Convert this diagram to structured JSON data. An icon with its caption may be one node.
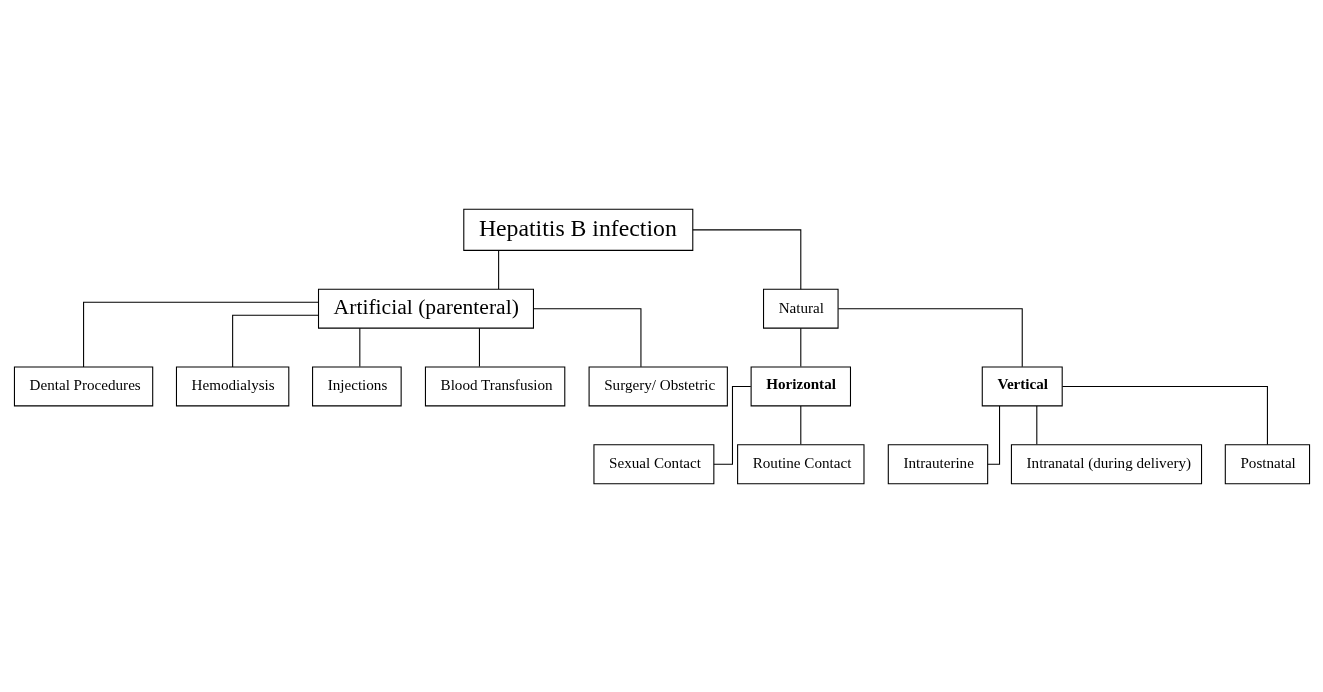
{
  "diagram": {
    "nodes": [
      {
        "text": [
          "Hepatitis B infection"
        ]
      },
      {
        "text": [
          "Artificial (parenteral)"
        ]
      },
      {
        "text": [
          "Natural"
        ]
      },
      {
        "text": [
          "Dental Procedures"
        ]
      },
      {
        "text": [
          "Hemodialysis"
        ]
      },
      {
        "text": [
          "Injections"
        ]
      },
      {
        "text": [
          "Blood Transfusion"
        ]
      },
      {
        "text": [
          "Surgery/ Obstetric"
        ]
      },
      {
        "text": [
          "Horizontal"
        ]
      },
      {
        "text": [
          "Vertical"
        ]
      },
      {
        "text": [
          "Sexual Contact"
        ]
      },
      {
        "text": [
          "Routine Contact"
        ]
      },
      {
        "text": [
          "Intrauterine"
        ]
      },
      {
        "text": [
          "Intranatal (during delivery)"
        ]
      },
      {
        "text": [
          "Postnatal"
        ]
      }
    ],
    "edges": [
      {
        "from": 0,
        "to": 1,
        "arrow": "none"
      },
      {
        "from": 0,
        "to": 2,
        "arrow": "none"
      },
      {
        "from": 1,
        "to": 3,
        "arrow": "none"
      },
      {
        "from": 1,
        "to": 4,
        "arrow": "none"
      },
      {
        "from": 1,
        "to": 5,
        "arrow": "none"
      },
      {
        "from": 1,
        "to": 6,
        "arrow": "none"
      },
      {
        "from": 1,
        "to": 7,
        "arrow": "none"
      },
      {
        "from": 2,
        "to": 8,
        "arrow": "none"
      },
      {
        "from": 2,
        "to": 9,
        "arrow": "none"
      },
      {
        "from": 8,
        "to": 10,
        "arrow": "none"
      },
      {
        "from": 8,
        "to": 11,
        "arrow": "none"
      },
      {
        "from": 9,
        "to": 12,
        "arrow": "none"
      },
      {
        "from": 9,
        "to": 13,
        "arrow": "none"
      },
      {
        "from": 9,
        "to": 14,
        "arrow": "none"
      }
    ]
  }
}
